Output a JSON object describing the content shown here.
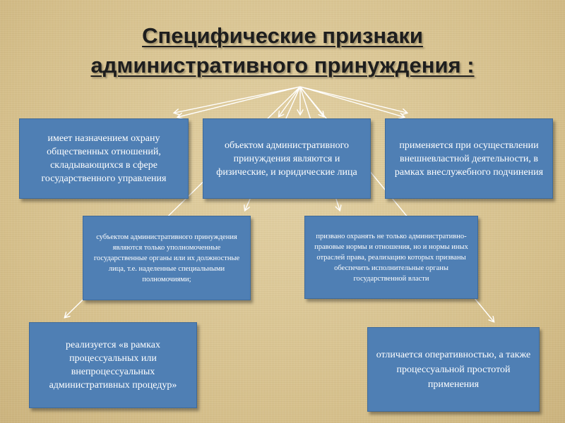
{
  "title": {
    "line1": "Специфические признаки",
    "line2": "административного принуждения :"
  },
  "boxes": {
    "b1": "имеет назначением охрану общественных отношений, складывающихся в сфере государственного управления",
    "b2": "объектом административного принуждения являются и физические, и юридические лица",
    "b3": "применяется при осуществлении внешневластной деятельности, в рамках внеслужебного подчинения",
    "b4": "субъектом административного принуждения являются только уполномоченные государственные органы или их должностные лица, т.е. наделенные специальными полномочиями;",
    "b5": "призвано охранять не только административно-правовые нормы и отношения, но и нормы иных отраслей права, реализацию которых призваны обеспечить исполнительные органы государственной власти",
    "b6": "реализуется «в рамках процессуальных или внепроцессуальных административных процедур»",
    "b7": "отличается оперативностью, а также процессуальной простотой применения"
  },
  "colors": {
    "box_fill": "#4f7fb4",
    "box_text": "#ffffff",
    "background": "#d9c594",
    "connector": "#ffffff"
  }
}
